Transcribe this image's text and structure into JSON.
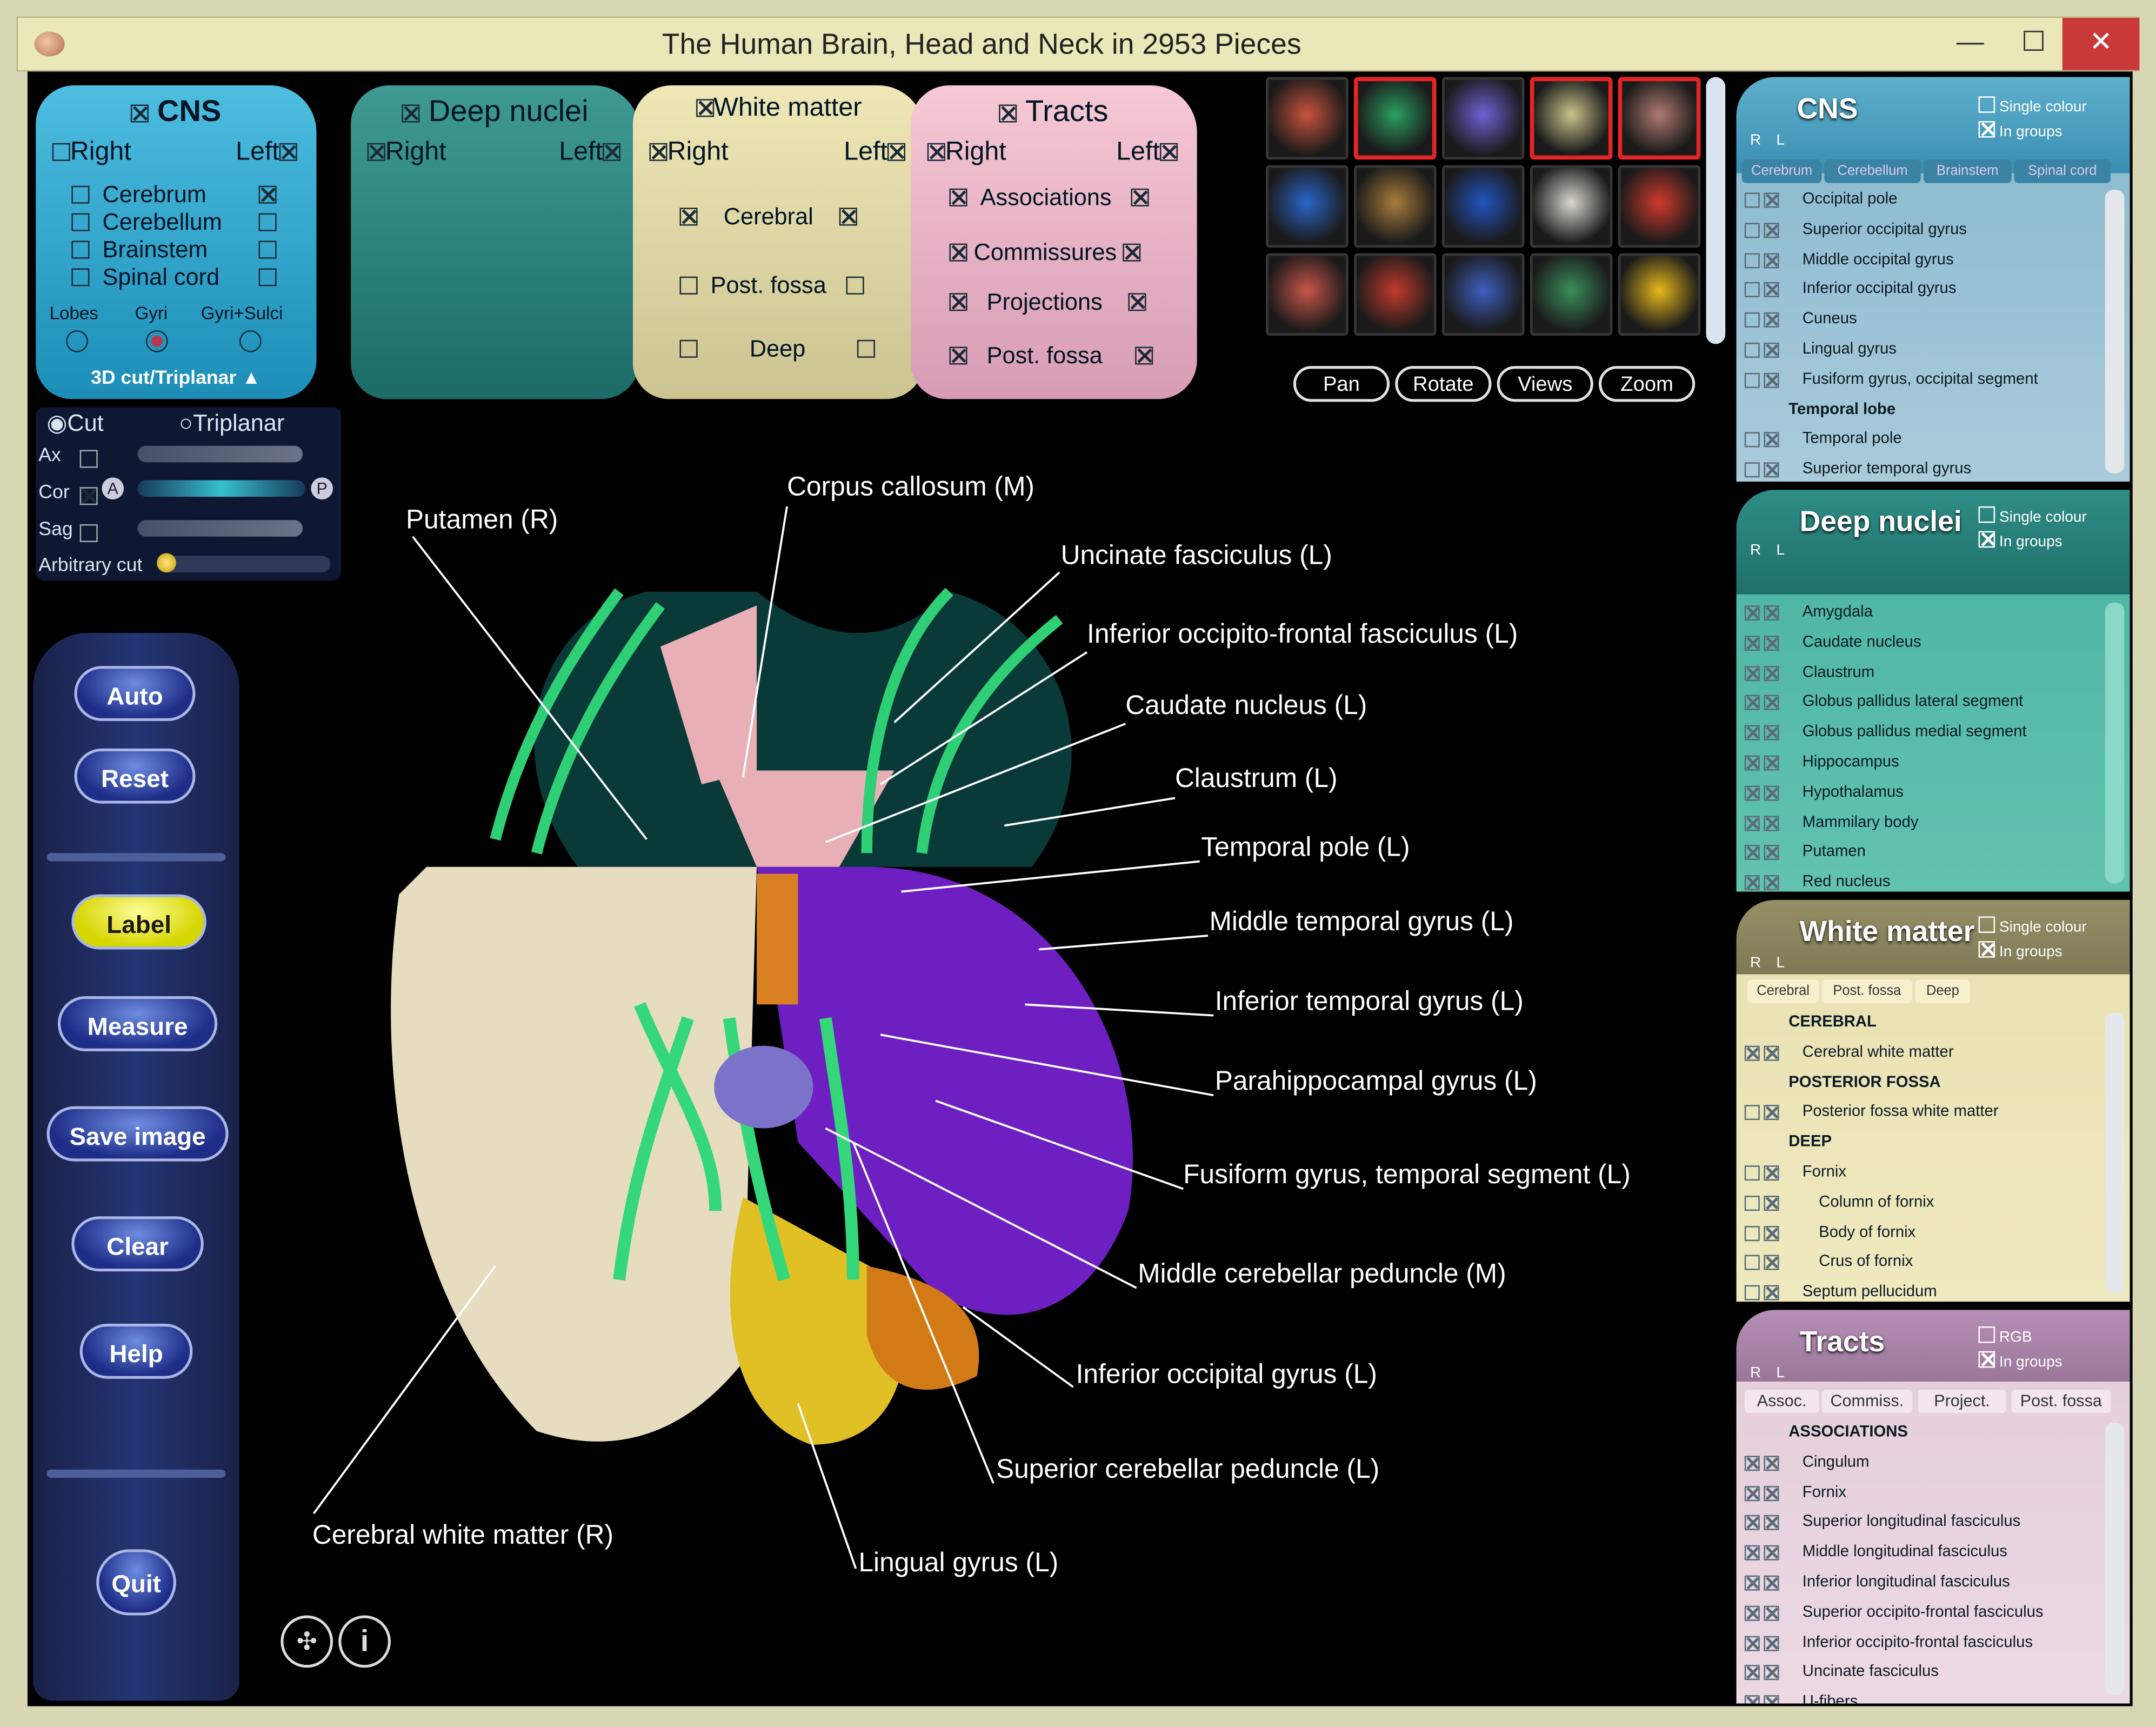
{
  "window": {
    "title": "The Human Brain, Head and Neck in 2953 Pieces",
    "min": "—",
    "max": "☐",
    "close": "✕"
  },
  "selectors": {
    "cns": {
      "title": "CNS",
      "right": "Right",
      "left": "Left",
      "rows": [
        "Cerebrum",
        "Cerebellum",
        "Brainstem",
        "Spinal cord"
      ],
      "modes": [
        "Lobes",
        "Gyri",
        "Gyri+Sulci"
      ],
      "cut_toggle": "3D cut/Triplanar"
    },
    "deep": {
      "title": "Deep nuclei",
      "right": "Right",
      "left": "Left"
    },
    "wm": {
      "title": "White matter",
      "right": "Right",
      "left": "Left",
      "rows": [
        "Cerebral",
        "Post. fossa",
        "Deep"
      ]
    },
    "tracts": {
      "title": "Tracts",
      "right": "Right",
      "left": "Left",
      "rows": [
        "Associations",
        "Commissures",
        "Projections",
        "Post. fossa"
      ]
    }
  },
  "cut": {
    "cut": "Cut",
    "triplanar": "Triplanar",
    "ax": "Ax",
    "cor": "Cor",
    "sag": "Sag",
    "a": "A",
    "p": "P",
    "arbitrary": "Arbitrary cut"
  },
  "nav": [
    "Auto",
    "Reset",
    "Label",
    "Measure",
    "Save image",
    "Clear",
    "Help",
    "Quit"
  ],
  "view_buttons": [
    "Pan",
    "Rotate",
    "Views",
    "Zoom"
  ],
  "thumb_colors": [
    "#c9543d",
    "#2aa060",
    "#6d63d6",
    "#c9c48a",
    "#b07a70",
    "#2a66c9",
    "#a97d3c",
    "#2255c2",
    "#d8d8cf",
    "#d23a2c",
    "#c9554a",
    "#c23a2c",
    "#3e5fbf",
    "#3a8f5a",
    "#e8b91c"
  ],
  "panels": {
    "cns": {
      "title": "CNS",
      "rl": "R L",
      "single": "Single colour",
      "groups": "In groups",
      "tabs": [
        "Cerebrum",
        "Cerebellum",
        "Brainstem",
        "Spinal cord"
      ],
      "rows": [
        {
          "t": "Occipital pole",
          "k": "i"
        },
        {
          "t": "Superior occipital gyrus",
          "k": "i"
        },
        {
          "t": "Middle occipital gyrus",
          "k": "i"
        },
        {
          "t": "Inferior occipital gyrus",
          "k": "i"
        },
        {
          "t": "Cuneus",
          "k": "i"
        },
        {
          "t": "Lingual gyrus",
          "k": "i"
        },
        {
          "t": "Fusiform gyrus, occipital segment",
          "k": "i"
        },
        {
          "t": "Temporal lobe",
          "k": "h"
        },
        {
          "t": "Temporal pole",
          "k": "i"
        },
        {
          "t": "Superior temporal gyrus",
          "k": "i"
        }
      ]
    },
    "deep": {
      "title": "Deep nuclei",
      "rl": "R L",
      "single": "Single colour",
      "groups": "In groups",
      "rows": [
        {
          "t": "Amygdala",
          "k": "i"
        },
        {
          "t": "Caudate nucleus",
          "k": "i"
        },
        {
          "t": "Claustrum",
          "k": "i"
        },
        {
          "t": "Globus pallidus lateral segment",
          "k": "i"
        },
        {
          "t": "Globus pallidus medial segment",
          "k": "i"
        },
        {
          "t": "Hippocampus",
          "k": "i"
        },
        {
          "t": "Hypothalamus",
          "k": "i"
        },
        {
          "t": "Mammilary body",
          "k": "i"
        },
        {
          "t": "Putamen",
          "k": "i"
        },
        {
          "t": "Red nucleus",
          "k": "i"
        }
      ]
    },
    "wm": {
      "title": "White matter",
      "rl": "R L",
      "single": "Single colour",
      "groups": "In groups",
      "tabs": [
        "Cerebral",
        "Post. fossa",
        "Deep"
      ],
      "rows": [
        {
          "t": "CEREBRAL",
          "k": "h"
        },
        {
          "t": "Cerebral white matter",
          "k": "i"
        },
        {
          "t": "POSTERIOR FOSSA",
          "k": "h"
        },
        {
          "t": "Posterior fossa white matter",
          "k": "i"
        },
        {
          "t": "DEEP",
          "k": "h"
        },
        {
          "t": "Fornix",
          "k": "i"
        },
        {
          "t": "Column of fornix",
          "k": "s"
        },
        {
          "t": "Body of fornix",
          "k": "s"
        },
        {
          "t": "Crus of fornix",
          "k": "s"
        },
        {
          "t": "Septum pellucidum",
          "k": "i"
        }
      ]
    },
    "tracts": {
      "title": "Tracts",
      "rl": "R L",
      "single": "RGB",
      "groups": "In groups",
      "tabs": [
        "Assoc.",
        "Commiss.",
        "Project.",
        "Post. fossa"
      ],
      "rows": [
        {
          "t": "ASSOCIATIONS",
          "k": "h"
        },
        {
          "t": "Cingulum",
          "k": "i"
        },
        {
          "t": "Fornix",
          "k": "i"
        },
        {
          "t": "Superior longitudinal fasciculus",
          "k": "i"
        },
        {
          "t": "Middle longitudinal fasciculus",
          "k": "i"
        },
        {
          "t": "Inferior longitudinal fasciculus",
          "k": "i"
        },
        {
          "t": "Superior occipito-frontal fasciculus",
          "k": "i"
        },
        {
          "t": "Inferior occipito-frontal fasciculus",
          "k": "i"
        },
        {
          "t": "Uncinate fasciculus",
          "k": "i"
        },
        {
          "t": "U-fibers",
          "k": "i"
        }
      ]
    }
  },
  "labels": {
    "corpus": "Corpus callosum (M)",
    "putamen": "Putamen (R)",
    "uncinate": "Uncinate fasciculus (L)",
    "iof": "Inferior occipito-frontal fasciculus (L)",
    "caudate": "Caudate nucleus (L)",
    "claustrum": "Claustrum (L)",
    "tpole": "Temporal pole (L)",
    "mtg": "Middle temporal gyrus (L)",
    "itg": "Inferior temporal gyrus (L)",
    "phg": "Parahippocampal gyrus (L)",
    "fusi": "Fusiform gyrus, temporal segment (L)",
    "mcp": "Middle cerebellar peduncle (M)",
    "iog": "Inferior occipital gyrus (L)",
    "scp": "Superior cerebellar peduncle (L)",
    "cwm": "Cerebral white matter (R)",
    "lingual": "Lingual gyrus (L)"
  }
}
